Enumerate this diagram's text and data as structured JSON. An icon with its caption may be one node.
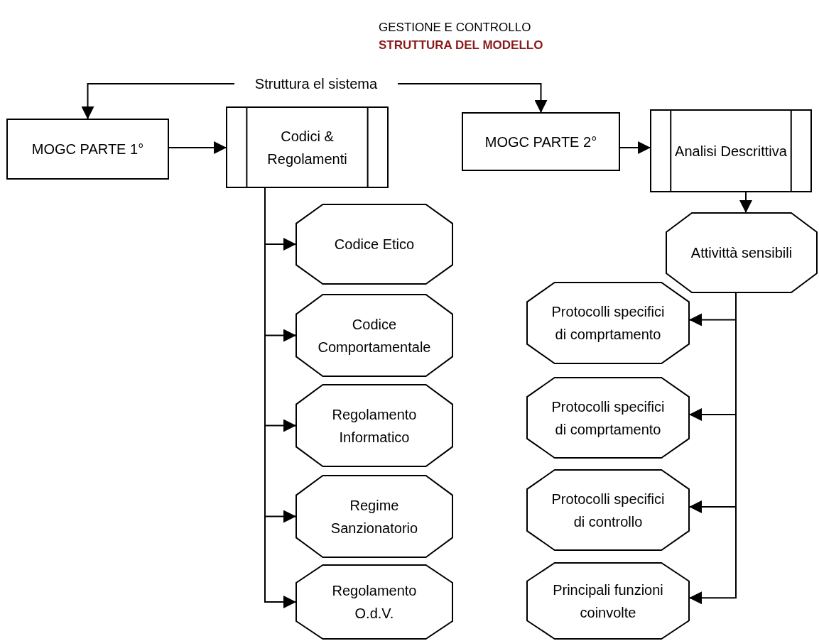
{
  "diagram": {
    "title": "GESTIONE E CONTROLLO",
    "nodes": [
      {
        "text": [
          "Struttura el sistema"
        ]
      },
      {
        "text": [
          "MOGC PARTE 1°"
        ]
      },
      {
        "text": [
          "Codici & Regolamenti"
        ]
      },
      {
        "text": [
          "Codice Etico"
        ]
      },
      {
        "text": [
          "Codice Comportamentale"
        ]
      },
      {
        "text": [
          "Regolamento Informatico"
        ]
      },
      {
        "text": [
          "Regime Sanzionatorio"
        ]
      },
      {
        "text": [
          "Regolamento O.d.V."
        ]
      },
      {
        "text": [
          "MOGC PARTE 2°"
        ]
      },
      {
        "text": [
          "Analisi Descrittiva"
        ]
      },
      {
        "text": [
          "Attivittà sensibili"
        ]
      },
      {
        "text": [
          "Protocolli specifici di comprtamento"
        ]
      },
      {
        "text": [
          "Protocolli specifici di comprtamento"
        ]
      },
      {
        "text": [
          "Protocolli specifici di controllo"
        ]
      },
      {
        "text": [
          "Principali funzioni coinvolte"
        ]
      }
    ],
    "edges": [
      {
        "from": 0,
        "to": 1,
        "arrow": "to"
      },
      {
        "from": 0,
        "to": 8,
        "arrow": "to"
      },
      {
        "from": 1,
        "to": 2,
        "arrow": "to"
      },
      {
        "from": 2,
        "to": 3,
        "arrow": "to"
      },
      {
        "from": 2,
        "to": 4,
        "arrow": "to"
      },
      {
        "from": 2,
        "to": 5,
        "arrow": "to"
      },
      {
        "from": 2,
        "to": 6,
        "arrow": "to"
      },
      {
        "from": 2,
        "to": 7,
        "arrow": "to"
      },
      {
        "from": 8,
        "to": 9,
        "arrow": "to"
      },
      {
        "from": 9,
        "to": 10,
        "arrow": "to"
      },
      {
        "from": 10,
        "to": 11,
        "arrow": "to"
      },
      {
        "from": 10,
        "to": 12,
        "arrow": "to"
      },
      {
        "from": 10,
        "to": 13,
        "arrow": "to"
      },
      {
        "from": 10,
        "to": 14,
        "arrow": "to"
      }
    ],
    "labels": [
      "STRUTTURA DEL MODELLO"
    ]
  }
}
